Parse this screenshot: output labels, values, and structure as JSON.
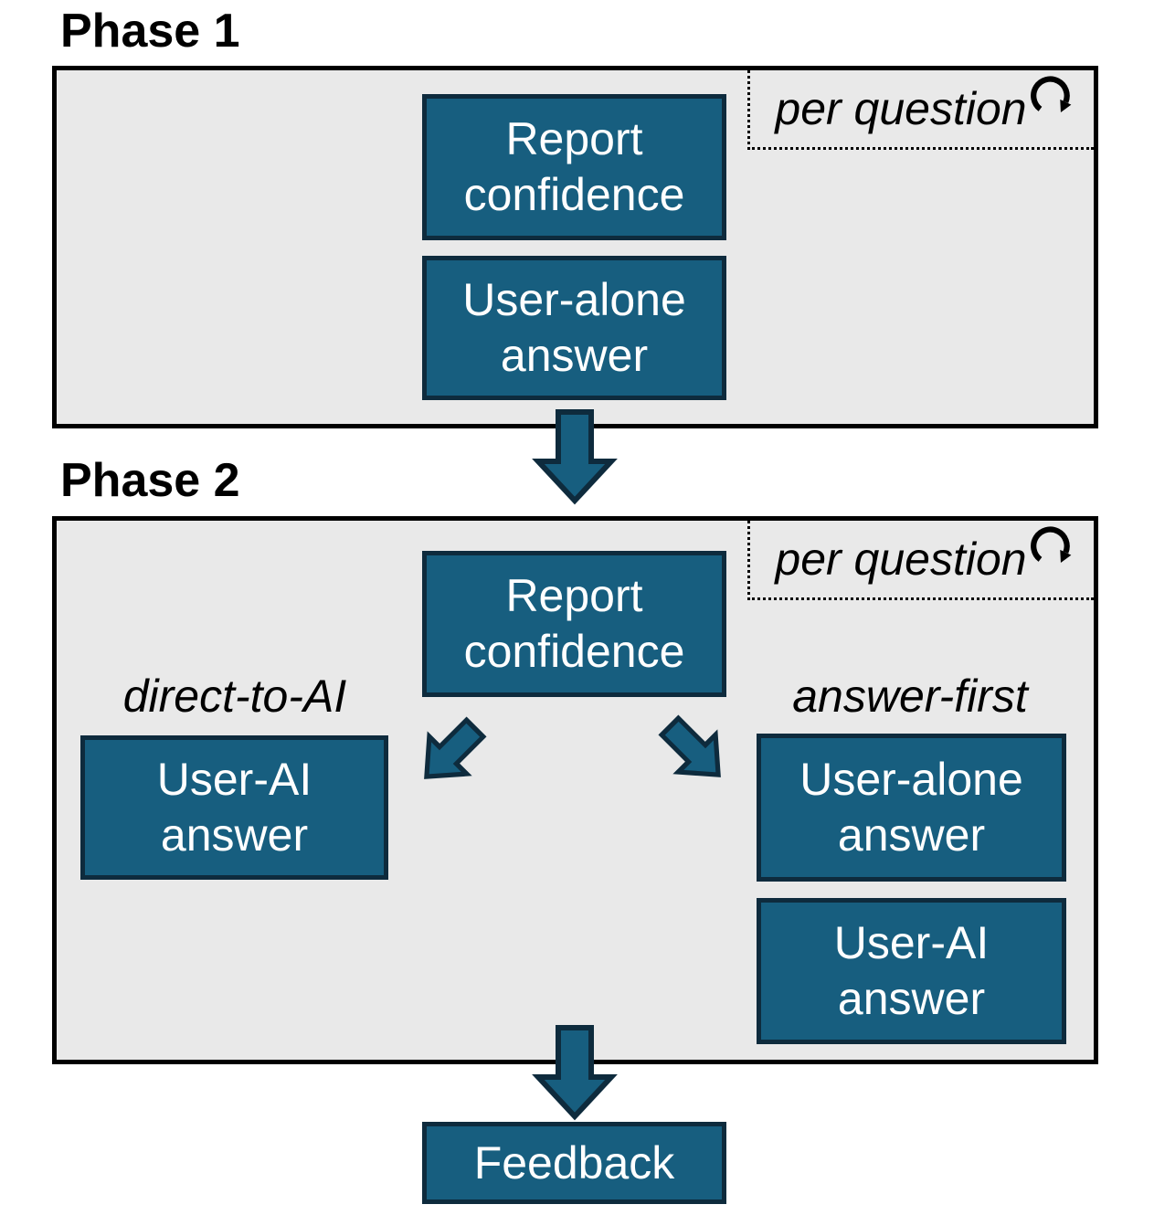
{
  "palette": {
    "box_fill": "#175E7F",
    "box_border": "#0E2B3D",
    "phase_bg": "#E9E9E9",
    "phase_border": "#000000",
    "text_light": "#FFFFFF",
    "text_dark": "#000000"
  },
  "icons": {
    "per_question": "clockwise-loop-arrow"
  },
  "phase1": {
    "title": "Phase 1",
    "per_question_label": "per question",
    "report_confidence_label": "Report confidence",
    "user_alone_label": "User-alone answer"
  },
  "phase2": {
    "title": "Phase 2",
    "per_question_label": "per question",
    "report_confidence_label": "Report confidence",
    "direct_to_ai_label": "direct-to-AI",
    "answer_first_label": "answer-first",
    "user_ai_label": "User-AI answer",
    "user_alone_label": "User-alone answer",
    "user_ai_second_label": "User-AI answer"
  },
  "feedback_label": "Feedback"
}
